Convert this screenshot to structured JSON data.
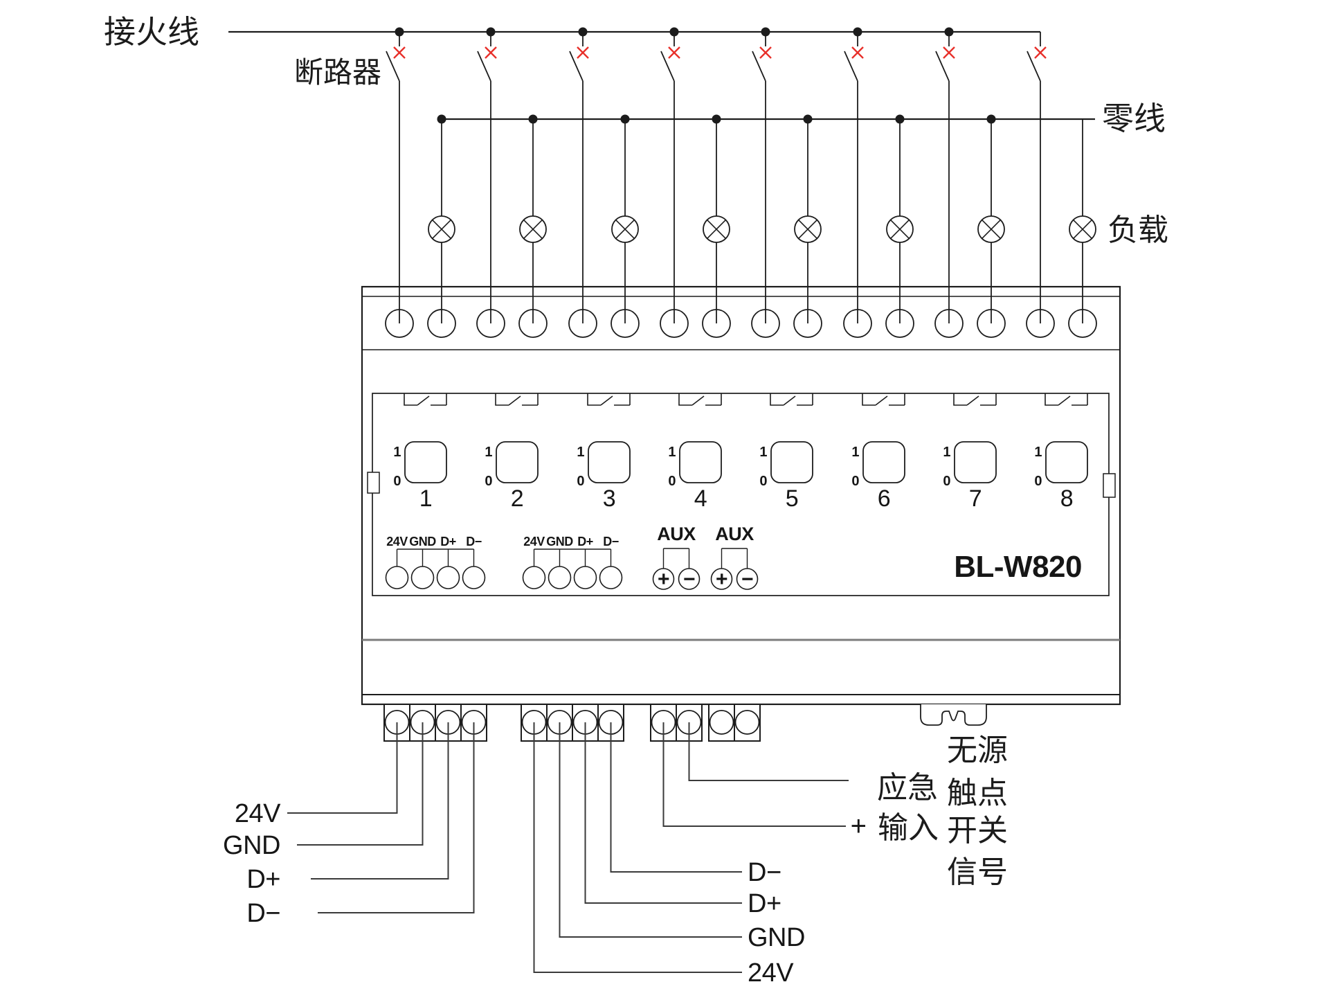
{
  "diagram": {
    "labels": {
      "live_wire": "接火线",
      "breaker": "断路器",
      "neutral_wire": "零线",
      "load": "负载"
    },
    "device": {
      "model": "BL-W820",
      "button_on": "1",
      "button_off": "0",
      "channels": [
        "1",
        "2",
        "3",
        "4",
        "5",
        "6",
        "7",
        "8"
      ],
      "comm_port_labels": [
        "24V",
        "GND",
        "D+",
        "D−"
      ],
      "aux_labels": [
        "AUX",
        "AUX"
      ],
      "aux_polarity": [
        "+",
        "−"
      ]
    },
    "bottom_left_labels": [
      "24V",
      "GND",
      "D+",
      "D−"
    ],
    "bottom_center_labels": [
      "D−",
      "D+",
      "GND",
      "24V"
    ],
    "emergency": {
      "plus": "+",
      "input_label_lines": [
        "应急",
        "输入"
      ],
      "signal_label_lines": [
        "无源",
        "触点",
        "开关",
        "信号"
      ]
    },
    "colors": {
      "line": "#1c1c1c",
      "breaker_x": "#e8302a",
      "divider": "#7c7c7c",
      "model": "#8f877b"
    }
  }
}
